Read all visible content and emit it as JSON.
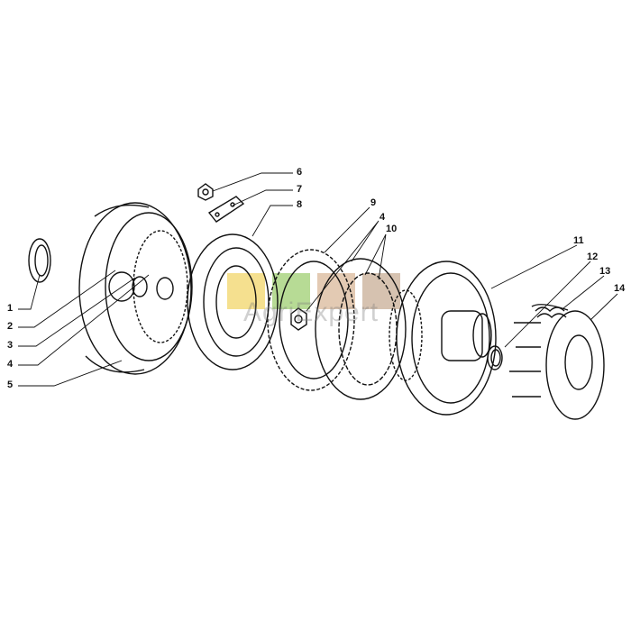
{
  "diagram": {
    "type": "exploded parts diagram",
    "callouts": [
      "1",
      "2",
      "3",
      "4",
      "5",
      "6",
      "7",
      "8",
      "9",
      "4",
      "10",
      "11",
      "12",
      "13",
      "14"
    ],
    "watermark": "AgriExpert",
    "watermark_colors": [
      "#f2d56a",
      "#9fcf72",
      "#d9b89a",
      "#c8ad96"
    ]
  }
}
